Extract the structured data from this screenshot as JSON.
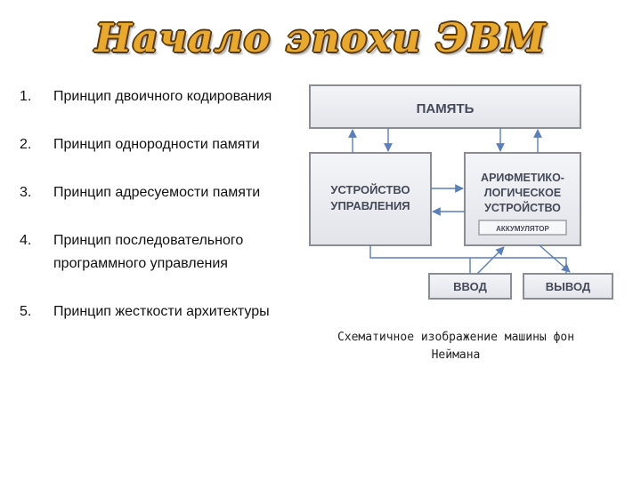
{
  "title": "Начало эпохи ЭВМ",
  "principles": [
    {
      "num": "1.",
      "text": "Принцип двоичного кодирования"
    },
    {
      "num": "2.",
      "text": "Принцип однородности памяти"
    },
    {
      "num": "3.",
      "text": "Принцип адресуемости памяти"
    },
    {
      "num": "4.",
      "text": "Принцип последовательного программного управления"
    },
    {
      "num": "5.",
      "text": "Принцип жесткости архитектуры"
    }
  ],
  "diagram": {
    "memory": "ПАМЯТЬ",
    "control_1": "УСТРОЙСТВО",
    "control_2": "УПРАВЛЕНИЯ",
    "alu_1": "АРИФМЕТИКО-",
    "alu_2": "ЛОГИЧЕСКОЕ",
    "alu_3": "УСТРОЙСТВО",
    "accumulator": "АККУМУЛЯТОР",
    "input": "ВВОД",
    "output": "ВЫВОД"
  },
  "caption": "Схематичное изображение машины фон Неймана",
  "colors": {
    "box_fill": "#eceef2",
    "box_stroke": "#8a8d94",
    "arrow": "#5b7fb8",
    "text": "#444a57"
  }
}
